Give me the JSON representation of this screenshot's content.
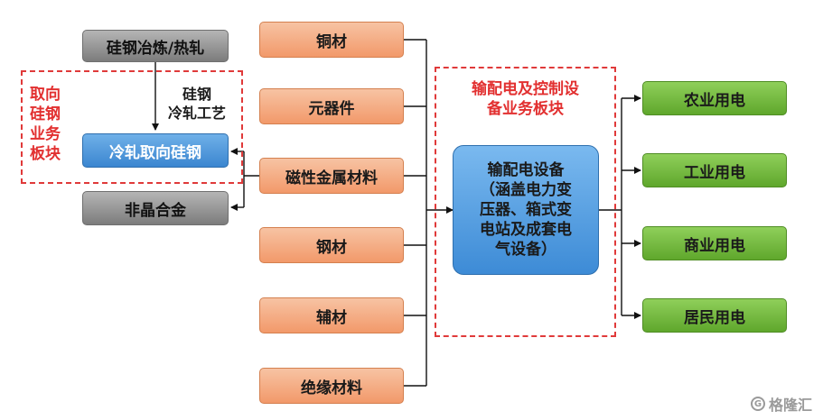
{
  "left": {
    "top_process": "硅钢冶炼/热轧",
    "process_label_line1": "硅钢",
    "process_label_line2": "冷轧工艺",
    "segment_label": [
      "取向",
      "硅钢",
      "业务",
      "板块"
    ],
    "product": "冷轧取向硅钢",
    "amorphous": "非晶合金"
  },
  "materials": [
    "铜材",
    "元器件",
    "磁性金属材料",
    "钢材",
    "辅材",
    "绝缘材料"
  ],
  "center": {
    "segment_label_line1": "输配电及控制设",
    "segment_label_line2": "备业务板块",
    "equipment_lines": [
      "输配电设备",
      "（涵盖电力变",
      "压器、箱式变",
      "电站及成套电",
      "气设备）"
    ]
  },
  "uses": [
    "农业用电",
    "工业用电",
    "商业用电",
    "居民用电"
  ],
  "watermark": {
    "logo": "G",
    "text": "格隆汇"
  },
  "colors": {
    "dashed_border": "#e03a3a",
    "label_red": "#e23030",
    "orange": "#f2996a",
    "green": "#5fa72c",
    "blue": "#3d8bd6",
    "grey": "#8a8a8a"
  }
}
